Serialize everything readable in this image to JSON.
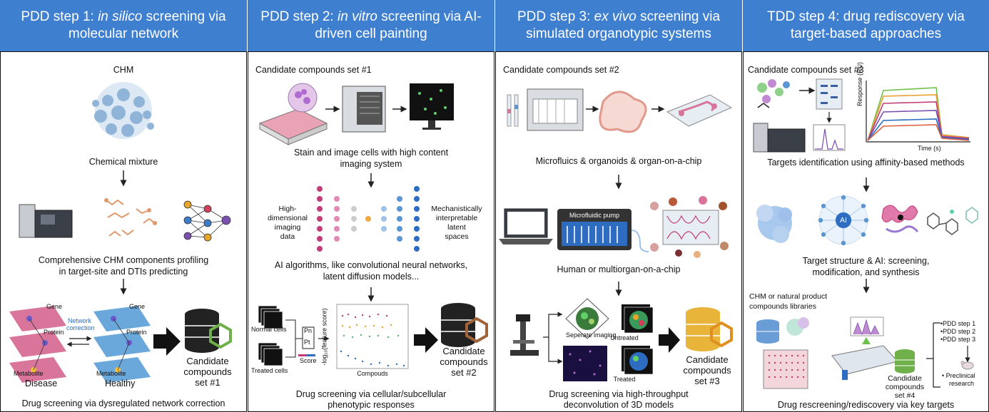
{
  "panels": [
    {
      "title_prefix": "PDD step 1: ",
      "title_italic": "in silico",
      "title_suffix": " screening via molecular network",
      "labels": {
        "chm": "CHM",
        "chemical_mixture": "Chemical mixture",
        "profiling_1": "Comprehensive CHM components profiling",
        "profiling_2": "in target-site and DTIs predicting",
        "gene": "Gene",
        "protein": "Protein",
        "metabolite": "Metabolite",
        "network_correction_1": "Network",
        "network_correction_2": "correction",
        "disease": "Disease",
        "healthy": "Healthy",
        "candidate_1": "Candidate",
        "candidate_2": "compounds",
        "candidate_3": "set #1",
        "bottom": "Drug screening via dysregulated network correction"
      }
    },
    {
      "title_prefix": "PDD step 2: ",
      "title_italic": "in vitro",
      "title_suffix": " screening via AI-driven cell painting",
      "labels": {
        "set": "Candidate compounds set #1",
        "stain_1": "Stain and image cells with high content",
        "stain_2": "imaging system",
        "high_1": "High-",
        "high_2": "dimensional",
        "high_3": "imaging",
        "high_4": "data",
        "mech_1": "Mechanistically",
        "mech_2": "interpretable",
        "mech_3": "latent",
        "mech_4": "spaces",
        "ai_1": "AI algorithms, like convolutional neural networks,",
        "ai_2": "latent diffusion models...",
        "normal_cells": "Normal cells",
        "treated_cells": "Treated cells",
        "score": "Score",
        "pn": "Pn",
        "pt": "Pt",
        "yaxis": "-log₁₀(feature score)",
        "xaxis": "Compouds",
        "candidate_1": "Candidate",
        "candidate_2": "compounds",
        "candidate_3": "set #2",
        "bottom_1": "Drug screening via cellular/subcellular",
        "bottom_2": "phenotypic responses"
      }
    },
    {
      "title_prefix": "PDD step 3: ",
      "title_italic": "ex vivo",
      "title_suffix": " screening via simulated organotypic systems",
      "labels": {
        "set": "Candidate compounds set #2",
        "microfluidics": "Microfluics & organoids & organ-on-a-chip",
        "pump": "Microfluidic pump",
        "multiorgan": "Human or multiorgan-on-a-chip",
        "separate": "Seperate imaging",
        "untreated": "Untreated",
        "treated": "Treated",
        "candidate_1": "Candidate",
        "candidate_2": "compounds",
        "candidate_3": "set #3",
        "bottom_1": "Drug screening via high-throughput",
        "bottom_2": "deconvolution of 3D models"
      }
    },
    {
      "title_prefix": "TDD step 4: drug rediscovery via",
      "title_italic": "",
      "title_suffix": " target-based approaches",
      "labels": {
        "set": "Candidate compounds set #3",
        "response": "Response (RU)",
        "time": "Time (s)",
        "targets": "Targets identification using affinity-based methods",
        "ai": "AI",
        "structure_1": "Target structure & AI: screening,",
        "structure_2": "modification, and synthesis",
        "libraries_1": "CHM or natural product",
        "libraries_2": "compounds libraries",
        "pdd1": "•PDD step 1",
        "pdd2": "•PDD step 2",
        "pdd3": "•PDD step 3",
        "preclinical_1": "• Preclinical",
        "preclinical_2": "research",
        "candidate_1": "Candidate",
        "candidate_2": "compounds",
        "candidate_3": "set #4",
        "bottom": "Drug rescreening/rediscovery via key targets"
      }
    }
  ],
  "colors": {
    "header": "#3f7fd0",
    "db_dark": "#222222",
    "db_gold": "#e8b43a",
    "db_green": "#6fb04a",
    "db_blue": "#6a9cd6"
  }
}
